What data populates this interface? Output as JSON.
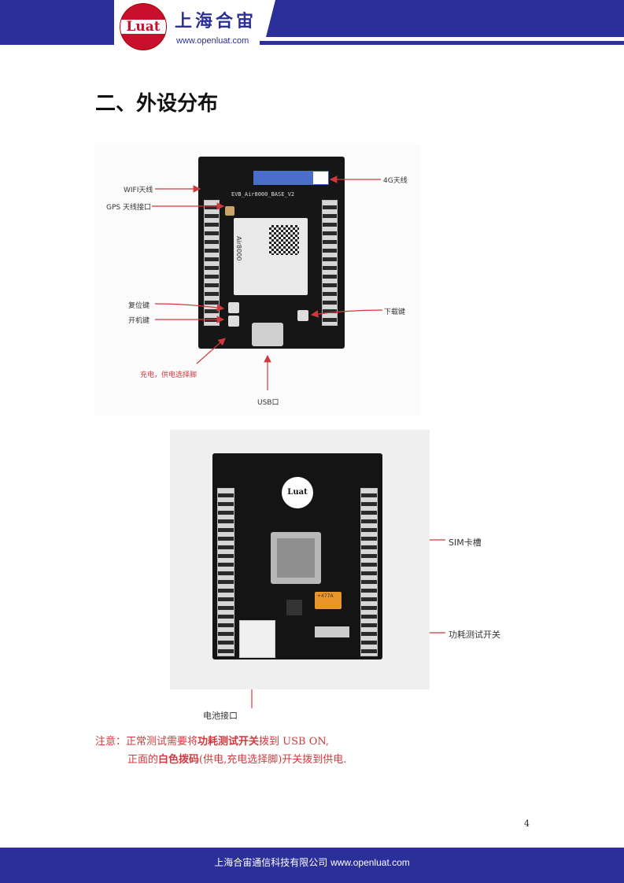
{
  "header": {
    "logo_text": "Luat",
    "company_cn": "上海合宙",
    "url": "www.openluat.com"
  },
  "title": "二、外设分布",
  "figure1": {
    "labels": {
      "wifi": "WIFI天线",
      "gps": "GPS 天线接口",
      "antenna_4g": "4G天线",
      "reset": "复位键",
      "power": "开机键",
      "download": "下载键",
      "charge": "充电，供电选择脚",
      "usb": "USB口"
    },
    "silk_text": "EVB_Air8000_BASE_V2",
    "module_text": "Air8000"
  },
  "figure2": {
    "labels": {
      "sim": "SIM卡槽",
      "power_switch": "功耗测试开关",
      "battery": "电池接口"
    },
    "logo_text": "Luat",
    "tantalum_text": "+477A"
  },
  "notes": {
    "line1_prefix": "注意：正常测试需要将",
    "line1_bold": "功耗测试开关",
    "line1_suffix": "拨到 USB ON,",
    "line2_prefix": "正面的",
    "line2_bold": "白色拨码",
    "line2_suffix": "(供电,充电选择脚)开关拨到供电."
  },
  "page_number": "4",
  "footer": {
    "company": "上海合宙通信科技有限公司",
    "url": "www.openluat.com"
  },
  "colors": {
    "brand_blue": "#2b2f9a",
    "logo_red": "#c8102e",
    "note_red": "#d0393e"
  }
}
